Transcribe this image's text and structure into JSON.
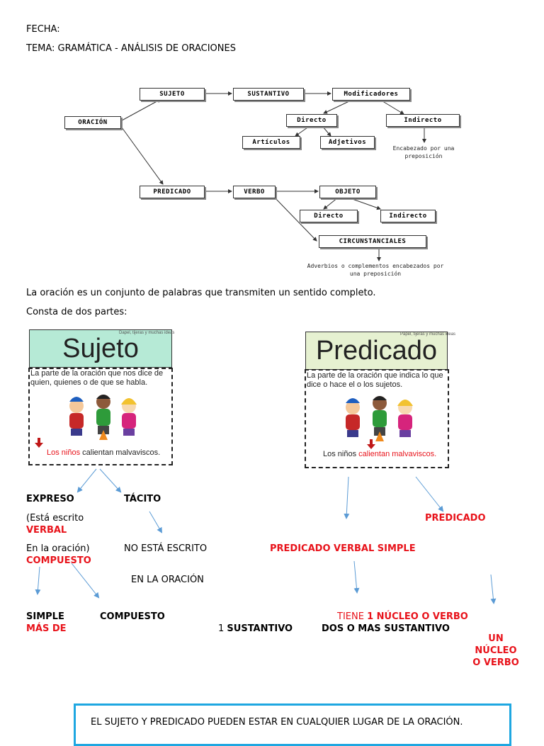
{
  "header": {
    "fecha": "FECHA:",
    "tema": "TEMA: GRAMÁTICA - ANÁLISIS DE ORACIONES"
  },
  "diagram": {
    "oracion": "ORACIÓN",
    "sujeto": "SUJETO",
    "sustantivo": "SUSTANTIVO",
    "modificadores": "Modificadores",
    "directo_mod": "Directo",
    "indirecto_mod": "Indirecto",
    "articulos": "Artículos",
    "adjetivos": "Adjetivos",
    "encabezado_note": "Encabezado por una preposición",
    "predicado": "PREDICADO",
    "verbo": "VERBO",
    "objeto": "OBJETO",
    "directo_obj": "Directo",
    "indirecto_obj": "Indirecto",
    "circunstanciales": "CIRCUNSTANCIALES",
    "adverbios_note": "Adverbios o complementos encabezados por una preposición"
  },
  "intro": {
    "line1": "La oración es un conjunto de palabras que transmiten un sentido completo.",
    "line2": "Consta de dos partes:"
  },
  "cards": {
    "sujeto": {
      "title": "Sujeto",
      "watermark": "Dapel, tijeras y muchas ideas",
      "text": "La parte de la oración que nos dice de quien, quienes o de que se habla.",
      "caption_highlight": "Los niños",
      "caption_rest": " calientan malvaviscos.",
      "accent": "#b6ead6"
    },
    "predicado": {
      "title": "Predicado",
      "watermark": "Papel, tijeras y muchas ideas",
      "text": "La parte de la oración que indica lo que dice o hace el o los sujetos.",
      "caption_plain": "Los niños ",
      "caption_highlight": "calientan malvaviscos.",
      "accent": "#e6f1d1"
    }
  },
  "body_text": {
    "expreso": "EXPRESO",
    "tacito": "TÁCITO",
    "esta_escrito": "(Está escrito",
    "verbal": "VERBAL",
    "en_la_oracion_1": "En la oración)",
    "compuesto_red": "COMPUESTO",
    "no_esta_escrito": "NO ESTÁ ESCRITO",
    "en_la_oracion_2": "EN LA ORACIÓN",
    "predicado_red": "PREDICADO",
    "predicado_verbal_simple": "PREDICADO VERBAL SIMPLE",
    "simple": "SIMPLE",
    "mas_de": "MÁS DE",
    "compuesto": "COMPUESTO",
    "uno": "1 ",
    "sustantivo": "SUSTANTIVO",
    "dos_o_mas": "DOS O MÁS SUSTANTIVO",
    "tiene_prefix": "TIENE ",
    "tiene_bold": "1 NÚCLEO O VERBO",
    "un": "UN",
    "nucleo": "NÚCLEO",
    "o_verbo": "O VERBO"
  },
  "note": {
    "text": "EL SUJETO Y PREDICADO PUEDEN ESTAR EN CUALQUIER LUGAR DE LA ORACIÓN."
  },
  "colors": {
    "red": "#e8131b",
    "arrow_blue": "#5b9bd5",
    "box_border": "#1ea7e1"
  }
}
